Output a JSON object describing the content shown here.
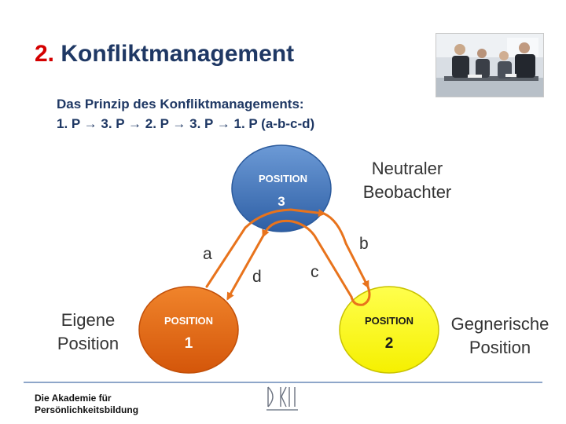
{
  "header": {
    "title_number": "2.",
    "title_text": "Konfliktmanagement"
  },
  "subtitle": {
    "line1": "Das Prinzip des Konfliktmanagements:",
    "line2": "1. P → 3. P → 2. P → 3. P → 1. P (a-b-c-d)"
  },
  "diagram": {
    "nodes": [
      {
        "id": "position-3",
        "label": "POSITION",
        "number": "3",
        "color": "#3f73b8"
      },
      {
        "id": "position-1",
        "label": "POSITION",
        "number": "1",
        "color": "#e0620d"
      },
      {
        "id": "position-2",
        "label": "POSITION",
        "number": "2",
        "color": "#ffff00"
      }
    ],
    "side_labels": {
      "neutral_line1": "Neutraler",
      "neutral_line2": "Beobachter",
      "own_line1": "Eigene",
      "own_line2": "Position",
      "opponent_line1": "Gegnerische",
      "opponent_line2": "Position"
    },
    "arrow_labels": {
      "a": "a",
      "b": "b",
      "c": "c",
      "d": "d"
    },
    "arrow_color": "#e8731c"
  },
  "footer": {
    "line1": "Die Akademie für",
    "line2": "Persönlichkeitsbildung"
  }
}
